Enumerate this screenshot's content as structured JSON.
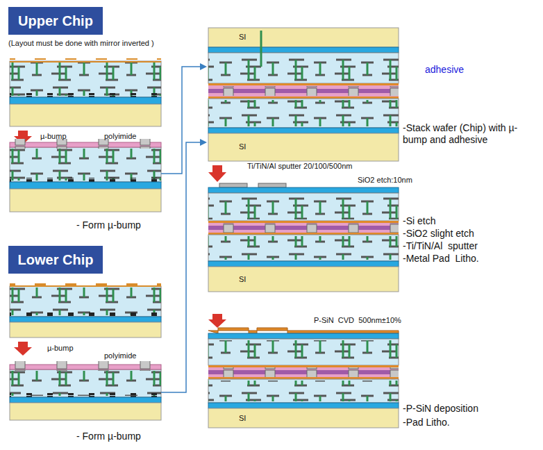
{
  "diagram": {
    "nodes": [
      {
        "text": [
          "Upper Chip"
        ]
      },
      {
        "text": [
          "Lower Chip"
        ]
      }
    ],
    "labels": [
      "(Layout must be done with mirror inverted )",
      "µ-bump",
      "polyimide",
      "- Form µ-bump",
      "µ-bump",
      "polyimide",
      "- Form µ-bump",
      "SI",
      "adhesive",
      "SI",
      "-Stack wafer (Chip) with µ-bump and adhesive",
      "Ti/TiN/Al sputter 20/100/500nm",
      "SiO2 etch:10nm",
      "SI",
      "-Si etch",
      "-SiO2 slight etch",
      "-Ti/TiN/Al  sputter",
      "-Metal Pad  Litho.",
      "P-SiN  CVD  500nm±10%",
      "SI",
      "-P-SiN deposition",
      "-Pad Litho."
    ]
  }
}
